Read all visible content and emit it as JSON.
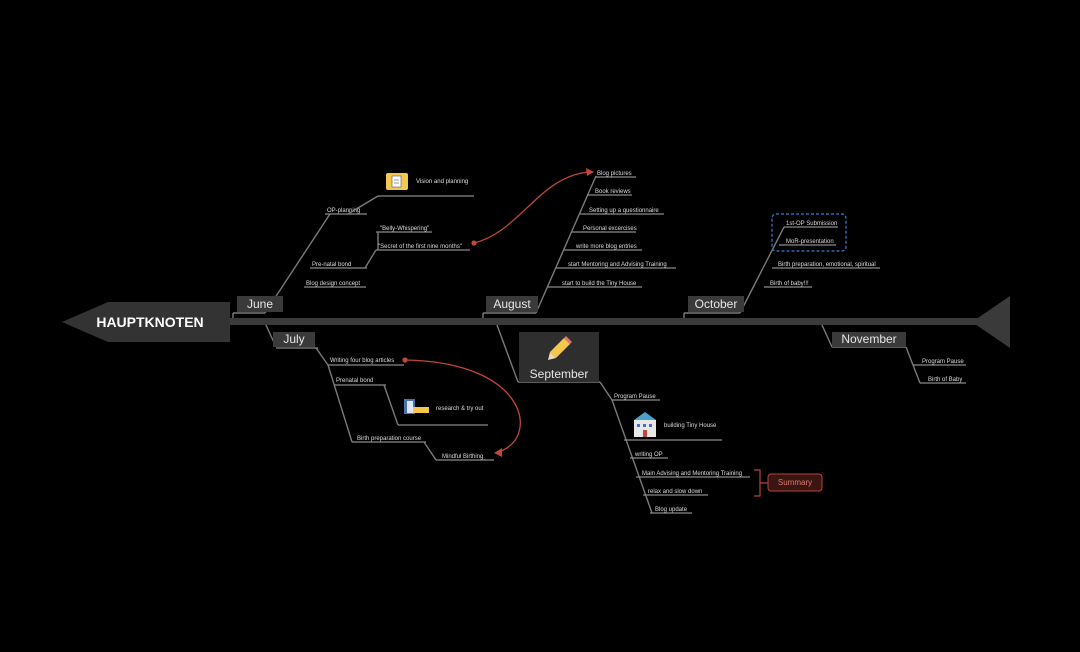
{
  "head": {
    "title": "HAUPTKNOTEN"
  },
  "months": {
    "june": "June",
    "july": "July",
    "august": "August",
    "september": "September",
    "october": "October",
    "november": "November"
  },
  "june": {
    "vision": "Vision and planning",
    "op_planning": "OP-planning",
    "belly": "\"Belly-Whispering\"",
    "secret": "\"Secret of the first nine months\"",
    "prenatal": "Pre-natal bond",
    "blog_design": "Blog design concept"
  },
  "july": {
    "writing": "Writing four blog articles",
    "prenatal": "Prenatal bond",
    "research": "research & try out",
    "birth_course": "Birth preparation course",
    "mindful": "Mindful Birthing"
  },
  "august": {
    "items": [
      "Blog pictures",
      "Book reviews",
      "Setting up a questionnaire",
      "Personal excercises",
      "write more blog entries",
      "start Mentoring and Advising Training",
      "start to build the Tiny House"
    ]
  },
  "september": {
    "program_pause": "Program Pause",
    "tiny_house": "building Tiny House",
    "writing_op": "writing OP",
    "main_training": "Main Advising and Mentoring Training",
    "relax": "relax and slow down",
    "blog_update": "Blog update",
    "summary": "Summary"
  },
  "october": {
    "submission": "1st-OP Submission",
    "mor": "MoR-presentation",
    "birth_prep": "Birth preparation, emotional, spiritual",
    "birth_baby": "Birth of baby!!!"
  },
  "november": {
    "program_pause": "Program Pause",
    "birth_baby": "Birth of Baby"
  },
  "colors": {
    "background": "#000000",
    "spine": "#3a3a3a",
    "connector": "#c0473b",
    "boundary": "#3a7bd5",
    "summary": "#b5443a"
  },
  "icons": [
    "folder-document-icon",
    "pencil-icon",
    "book-icon",
    "building-icon"
  ]
}
